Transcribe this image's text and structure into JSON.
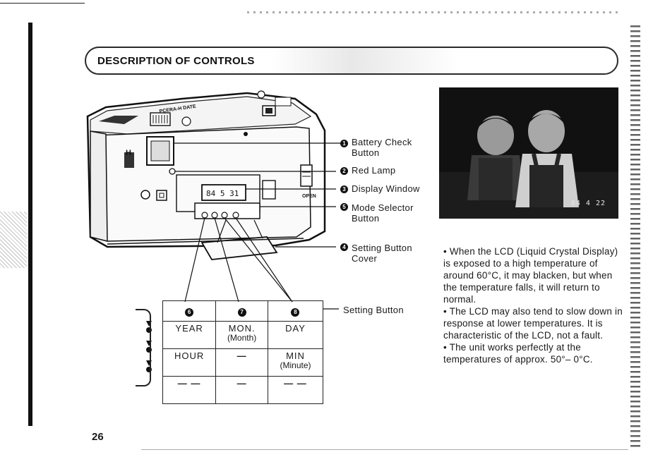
{
  "heading": {
    "title": "DESCRIPTION OF CONTROLS"
  },
  "camera": {
    "brand_text": "PCERA-H DATE",
    "lcd_display": "84 5 31",
    "open_label": "OPEN"
  },
  "callouts": [
    {
      "number": "1",
      "line1": "Battery Check",
      "line2": "Button"
    },
    {
      "number": "2",
      "line1": "Red Lamp",
      "line2": ""
    },
    {
      "number": "3",
      "line1": "Display Window",
      "line2": ""
    },
    {
      "number": "5",
      "line1": "Mode Selector",
      "line2": "Button"
    },
    {
      "number": "4",
      "line1": "Setting Button",
      "line2": "Cover"
    }
  ],
  "setting_button_label": "Setting Button",
  "table": {
    "header": [
      "6",
      "7",
      "8"
    ],
    "rows": [
      [
        {
          "main": "YEAR",
          "sub": ""
        },
        {
          "main": "MON.",
          "sub": "(Month)"
        },
        {
          "main": "DAY",
          "sub": ""
        }
      ],
      [
        {
          "main": "HOUR",
          "sub": ""
        },
        {
          "main": "—",
          "sub": ""
        },
        {
          "main": "MIN",
          "sub": "(Minute)"
        }
      ],
      [
        {
          "main": "— —",
          "sub": ""
        },
        {
          "main": "—",
          "sub": ""
        },
        {
          "main": "— —",
          "sub": ""
        }
      ]
    ]
  },
  "photo": {
    "date_imprint": "84 4 22"
  },
  "notes": [
    "• When the LCD (Liquid Crystal Display) is exposed to a high temperature of around 60°C, it may blacken, but when the temperature falls, it will return to normal.",
    "• The LCD may also tend to slow down in response at lower temperatures. It is characteristic of the LCD, not a fault.",
    "• The unit works perfectly at the temperatures of approx. 50°– 0°C."
  ],
  "page_number": "26"
}
